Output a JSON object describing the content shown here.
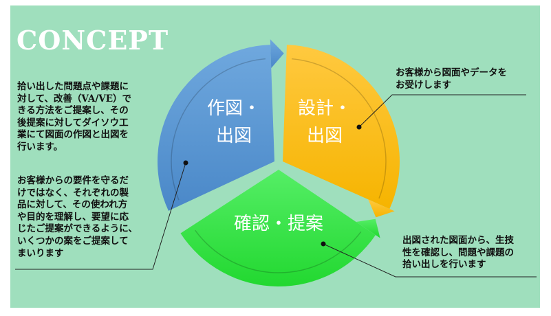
{
  "title": "CONCEPT",
  "segments": [
    {
      "label": "作図・\n出図",
      "color": "#5b9bd5"
    },
    {
      "label": "設計・\n出図",
      "color": "#ffc000"
    },
    {
      "label": "確認・提案",
      "color": "#33e040"
    }
  ],
  "callouts": {
    "left_top": "拾い出した問題点や課題に\n対して、改善（VA/VE）で\nきる方法をご提案し、その\n後提案に対してダイソウ工\n業にて図面の作図と出図を\n行います。",
    "left_bottom": "お客様からの要件を守るだ\nけではなく、それぞれの製\n品に対して、その使われ方\nや目的を理解し、要望に応\nじたご提案ができるように、\nいくつかの案をご提案して\nまいります",
    "right_top": "お客様から図面やデータを\nお受けします",
    "right_bottom": "出図された図面から、生技\n性を確認し、問題や課題の\n拾い出しを行います"
  }
}
